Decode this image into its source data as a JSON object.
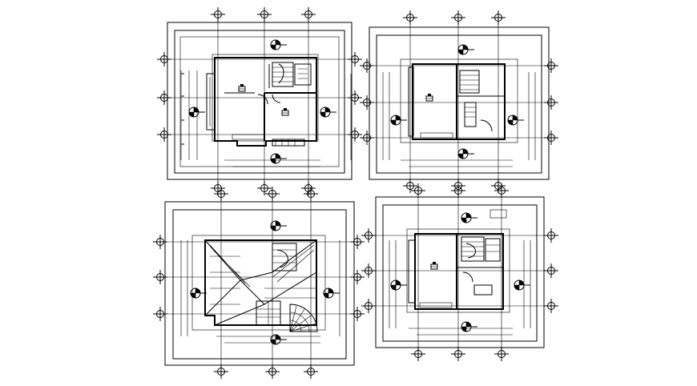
{
  "drawing": {
    "background_color": "#ffffff",
    "ink_color": "#000000",
    "sheets": [
      {
        "id": "ground-floor-plan",
        "plan_type": "floor"
      },
      {
        "id": "first-floor-plan",
        "plan_type": "floor"
      },
      {
        "id": "roof-plan",
        "plan_type": "roof"
      },
      {
        "id": "second-floor-plan",
        "plan_type": "floor"
      }
    ]
  }
}
